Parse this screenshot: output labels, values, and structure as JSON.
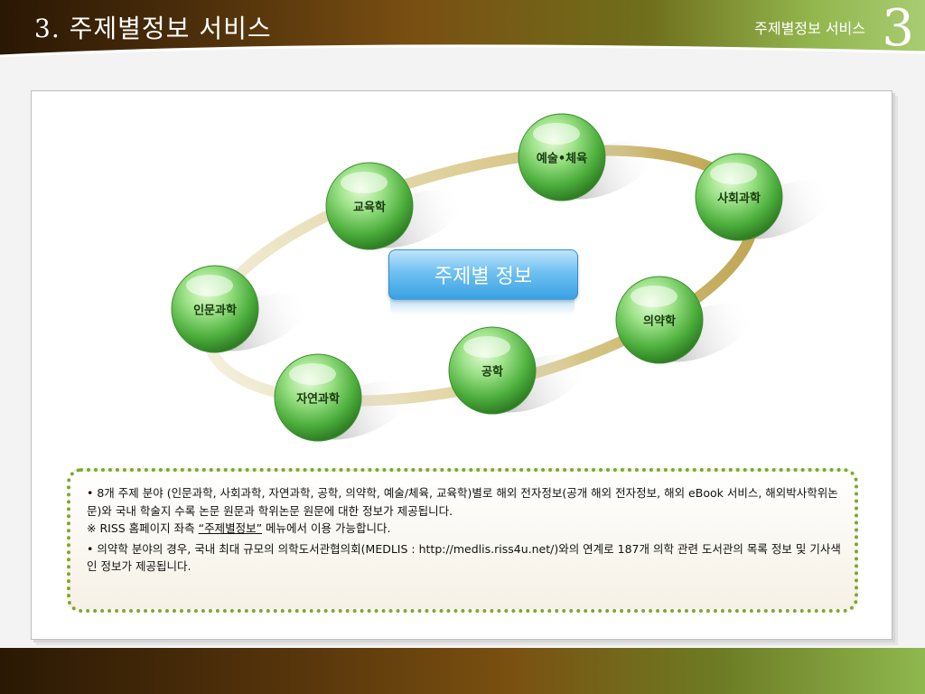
{
  "header": {
    "title": "3. 주제별정보 서비스",
    "right_title": "주제별정보 서비스",
    "section_number": "3"
  },
  "chart_data": {
    "type": "diagram",
    "center": "주제별 정보",
    "nodes": [
      "예술•체육",
      "사회과학",
      "교육학",
      "인문과학",
      "의약학",
      "공학",
      "자연과학"
    ]
  },
  "info": {
    "bullet1": "• 8개 주제 분야 (인문과학, 사회과학, 자연과학, 공학, 의약학, 예술/체육, 교육학)별로 해외 전자정보(공개 해외 전자정보, 해외 eBook 서비스, 해외박사학위논문)와 국내 학술지 수록 논문 원문과 학위논문 원문에 대한 정보가 제공됩니다.",
    "note_prefix": "※ RISS 홈페이지 좌측 ",
    "note_link": "“주제별정보”",
    "note_suffix": " 메뉴에서 이용 가능합니다.",
    "bullet2": "• 의약학 분야의 경우, 국내 최대 규모의 의학도서관협의회(MEDLIS : http://medlis.riss4u.net/)와의 연계로 187개 의학 관련 도서관의 목록 정보 및 기사색인 정보가 제공됩니다."
  },
  "colors": {
    "node_green": "#5cc04a",
    "ring_gold": "#c8b46a",
    "center_blue": "#4aaae8",
    "dotted_border": "#7aaa2a"
  }
}
